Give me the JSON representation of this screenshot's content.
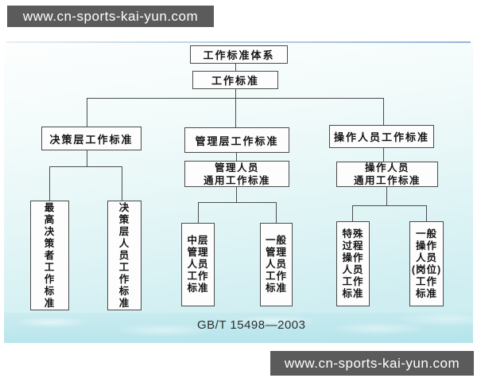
{
  "watermark_top": "www.cn-sports-kai-yun.com",
  "watermark_bottom": "www.cn-sports-kai-yun.com",
  "diagram": {
    "root": "工作标准体系",
    "level2": "工作标准",
    "caption": "GB/T 15498—2003",
    "colors": {
      "box_border": "#4a4a4a",
      "box_fill": "#fdfdfd",
      "background_tint": "#d2eff2",
      "watermark_bar": "#5b5b5b",
      "top_rule": "#93b7d8"
    },
    "branches": {
      "decision": {
        "title": "决策层工作标准",
        "children": {
          "top_decision_maker": "最\n高\n决\n策\n者\n工\n作\n标\n准",
          "decision_personnel": "决\n策\n层\n人\n员\n工\n作\n标\n准"
        }
      },
      "management": {
        "title": "管理层工作标准",
        "general": "管理人员\n通用工作标准",
        "children": {
          "middle_managers": "中层\n管理\n人员\n工作\n标准",
          "general_managers": "一般\n管理\n人员\n工作\n标准"
        }
      },
      "operators": {
        "title": "操作人员工作标准",
        "general": "操作人员\n通用工作标准",
        "children": {
          "special_process_operators": "特殊\n过程\n操作\n人员\n工作\n标准",
          "general_operators": "一般\n操作\n人员\n(岗位)\n工作\n标准"
        }
      }
    }
  }
}
